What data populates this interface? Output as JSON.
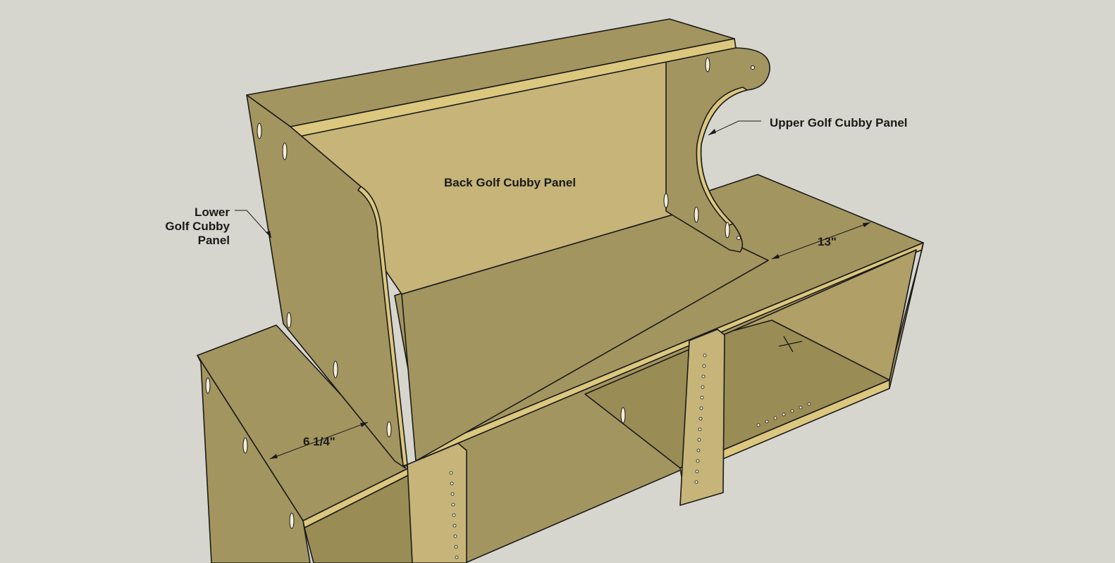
{
  "labels": {
    "back_panel": "Back Golf Cubby Panel",
    "upper_panel": "Upper Golf Cubby Panel",
    "lower_panel": [
      "Lower",
      "Golf Cubby",
      "Panel"
    ]
  },
  "dimensions": {
    "depth": "13\"",
    "width": "6 1/4\""
  },
  "colors": {
    "background": "#d6d6ce",
    "wood_face": "#a3955f",
    "wood_light": "#c6b478",
    "wood_edge": "#dcc77f",
    "outline": "#1a1a1a"
  }
}
